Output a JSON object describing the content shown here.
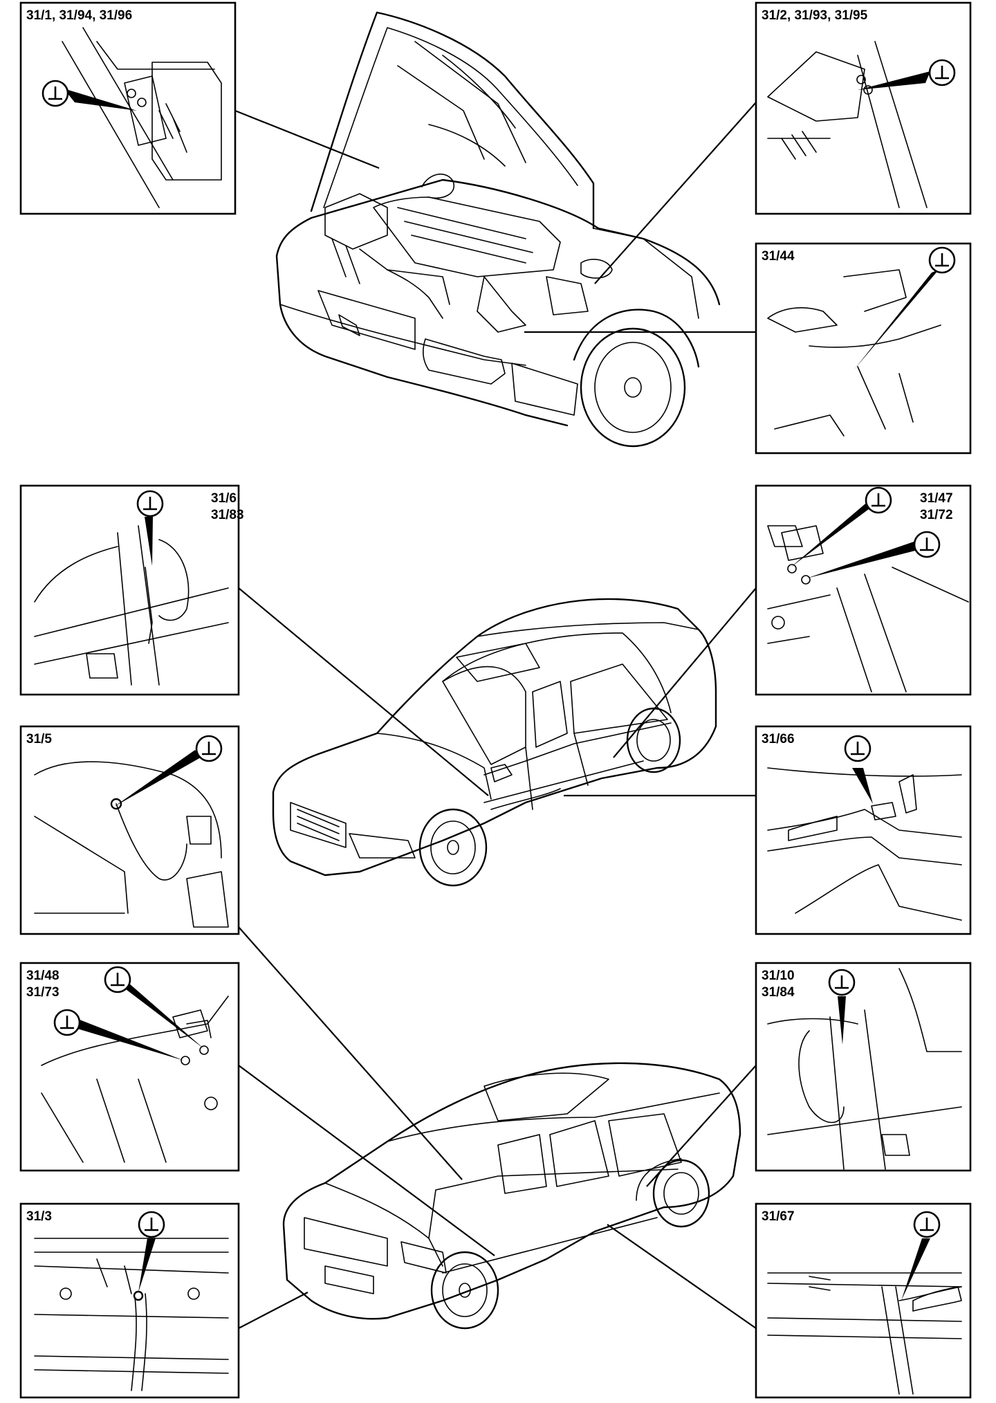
{
  "panels": [
    {
      "id": "p1",
      "labels": [
        "31/1, 31/94, 31/96"
      ]
    },
    {
      "id": "p2",
      "labels": [
        "31/2, 31/93, 31/95"
      ]
    },
    {
      "id": "p3",
      "labels": [
        "31/44"
      ]
    },
    {
      "id": "p4",
      "labels": [
        "31/6",
        "31/83"
      ]
    },
    {
      "id": "p5",
      "labels": [
        "31/47",
        "31/72"
      ]
    },
    {
      "id": "p6",
      "labels": [
        "31/5"
      ]
    },
    {
      "id": "p7",
      "labels": [
        "31/66"
      ]
    },
    {
      "id": "p8",
      "labels": [
        "31/48",
        "31/73"
      ]
    },
    {
      "id": "p9",
      "labels": [
        "31/10",
        "31/84"
      ]
    },
    {
      "id": "p10",
      "labels": [
        "31/3"
      ]
    },
    {
      "id": "p11",
      "labels": [
        "31/67"
      ]
    }
  ],
  "ground_symbol": "⊥"
}
